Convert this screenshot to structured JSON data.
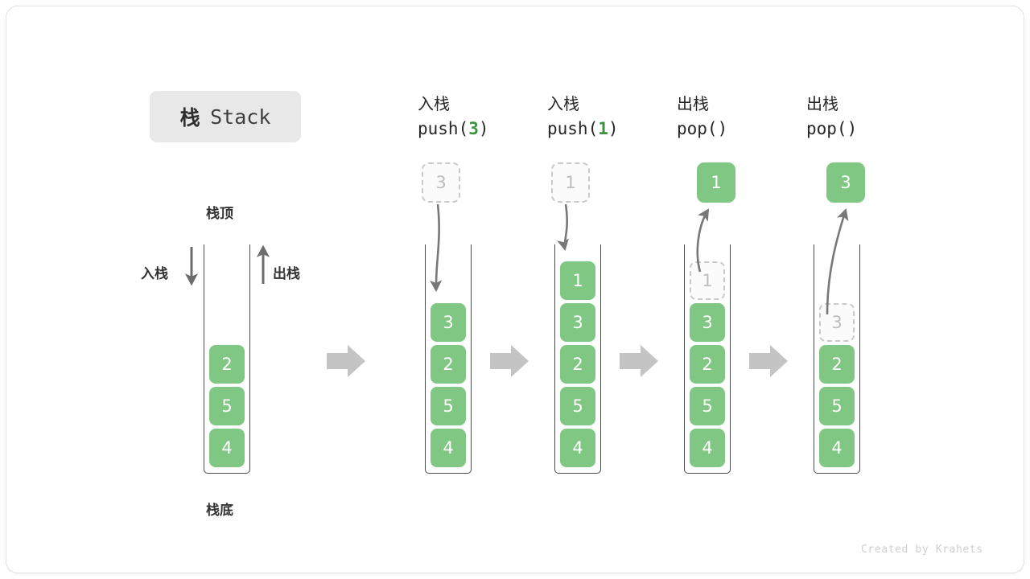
{
  "title": {
    "cn": "栈",
    "en": "Stack"
  },
  "labels": {
    "top": "栈顶",
    "bottom": "栈底",
    "push_side": "入栈",
    "pop_side": "出栈"
  },
  "colors": {
    "cell_fill": "#81c784",
    "cell_text": "#ffffff",
    "ghost_fill": "#fbfbfb",
    "ghost_border": "#c9c9c9",
    "ghost_text": "#bdbdbd",
    "accent_green": "#3d9140",
    "arrow_gray": "#8a8a8a",
    "block_arrow": "#c4c4c4",
    "container_line": "#4a4a4a",
    "title_chip": "#e8e8e8"
  },
  "initial_stack": {
    "name": "initial",
    "cells": [
      "2",
      "5",
      "4"
    ]
  },
  "steps": [
    {
      "op_cn": "入栈",
      "op_code_prefix": "push(",
      "op_code_arg": "3",
      "op_code_suffix": ")",
      "kind": "push",
      "incoming_value": "3",
      "cells": [
        "3",
        "2",
        "5",
        "4"
      ]
    },
    {
      "op_cn": "入栈",
      "op_code_prefix": "push(",
      "op_code_arg": "1",
      "op_code_suffix": ")",
      "kind": "push",
      "incoming_value": "1",
      "cells": [
        "1",
        "3",
        "2",
        "5",
        "4"
      ]
    },
    {
      "op_cn": "出栈",
      "op_code_prefix": "pop(",
      "op_code_arg": "",
      "op_code_suffix": ")",
      "kind": "pop",
      "outgoing_value": "1",
      "ghost_value": "1",
      "cells": [
        "3",
        "2",
        "5",
        "4"
      ]
    },
    {
      "op_cn": "出栈",
      "op_code_prefix": "pop(",
      "op_code_arg": "",
      "op_code_suffix": ")",
      "kind": "pop",
      "outgoing_value": "3",
      "ghost_value": "3",
      "cells": [
        "2",
        "5",
        "4"
      ]
    }
  ],
  "flow_arrow_count": 4,
  "watermark": "Created by Krahets"
}
